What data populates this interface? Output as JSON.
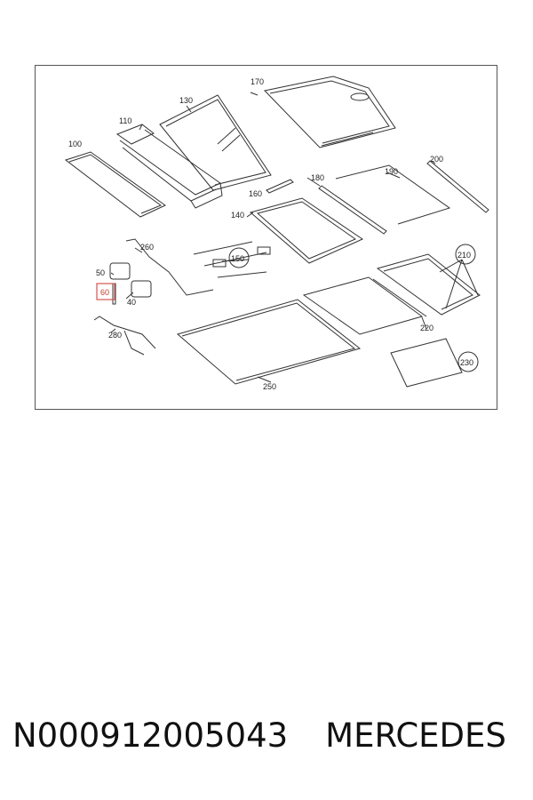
{
  "diagram": {
    "callouts": [
      {
        "id": "c100",
        "text": "100"
      },
      {
        "id": "c110",
        "text": "110"
      },
      {
        "id": "c130",
        "text": "130"
      },
      {
        "id": "c140",
        "text": "140"
      },
      {
        "id": "c150",
        "text": "150"
      },
      {
        "id": "c160",
        "text": "160"
      },
      {
        "id": "c170",
        "text": "170"
      },
      {
        "id": "c180",
        "text": "180"
      },
      {
        "id": "c190",
        "text": "190"
      },
      {
        "id": "c200",
        "text": "200"
      },
      {
        "id": "c210",
        "text": "210"
      },
      {
        "id": "c220",
        "text": "220"
      },
      {
        "id": "c230",
        "text": "230"
      },
      {
        "id": "c250",
        "text": "250"
      },
      {
        "id": "c260",
        "text": "260"
      },
      {
        "id": "c280",
        "text": "280"
      },
      {
        "id": "c40",
        "text": "40"
      },
      {
        "id": "c50",
        "text": "50"
      },
      {
        "id": "c60",
        "text": "60"
      }
    ],
    "highlight_color": "#d9534f"
  },
  "caption": {
    "part_number": "N000912005043",
    "brand": "MERCEDES"
  }
}
